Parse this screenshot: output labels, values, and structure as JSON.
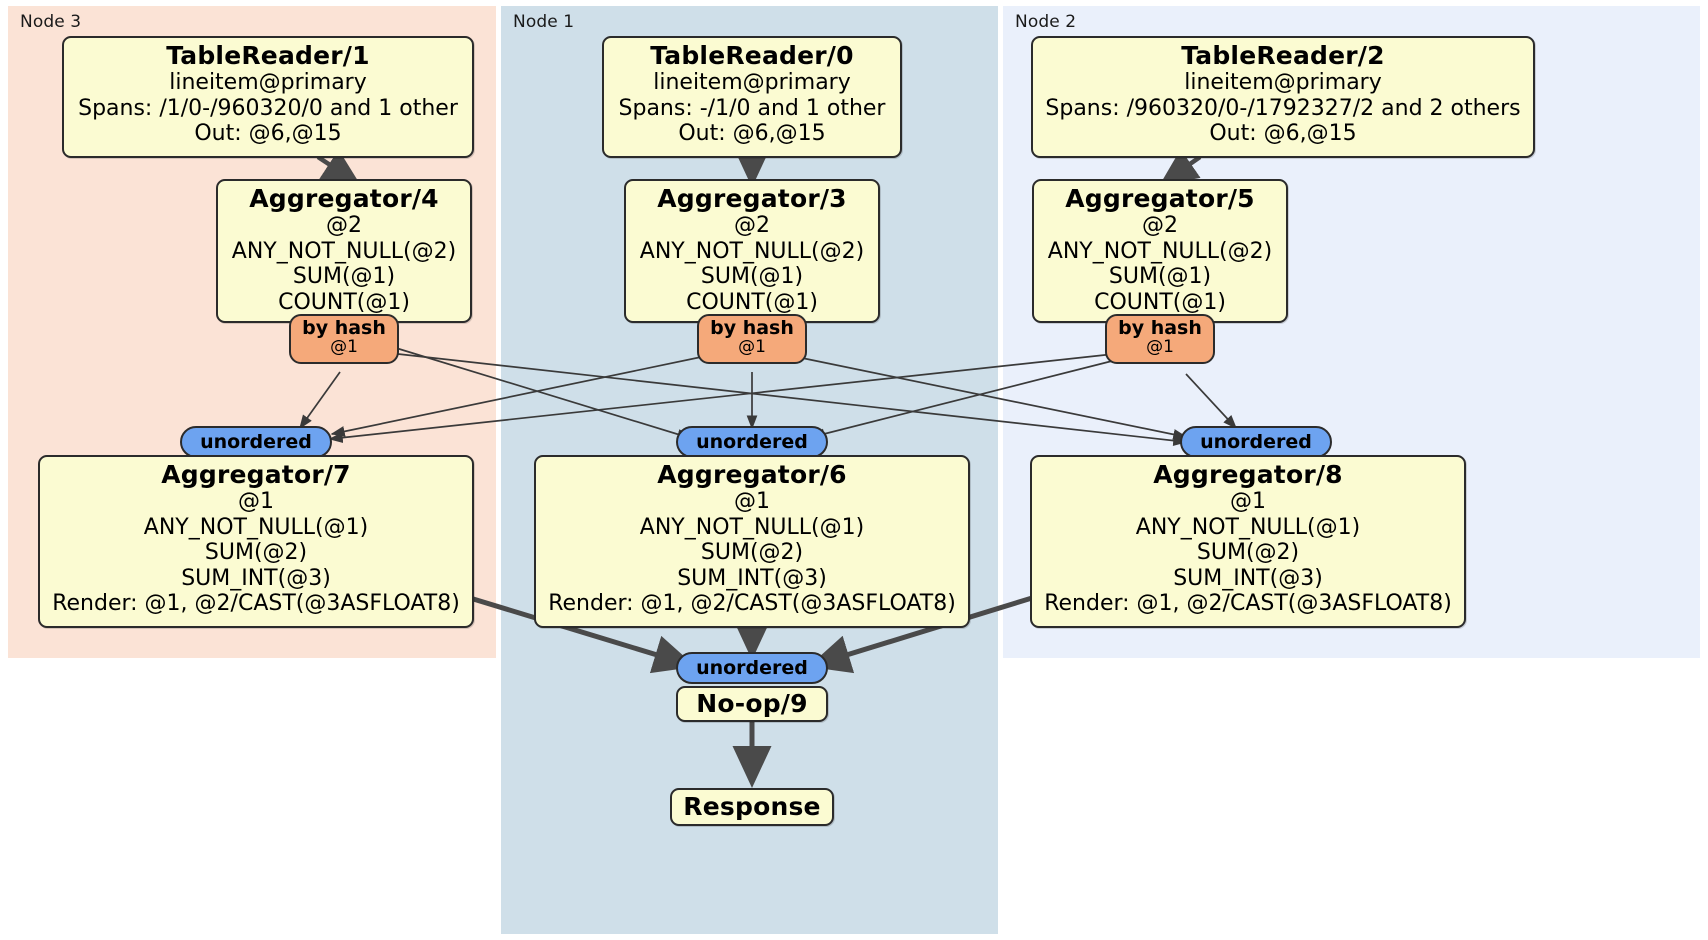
{
  "diagram": {
    "type": "distributed-query-plan",
    "title_visible": false,
    "colors": {
      "node3_panel": "#fbe3d6",
      "node1_panel": "#cfdfe9",
      "node2_panel": "#eaf0fb",
      "processor_box": "#fbfbd2",
      "router_hash": "#f5a97a",
      "stream_unordered": "#6da3f0",
      "edge": "#4a4a4a",
      "border": "#2b2b2b"
    }
  },
  "panels": [
    {
      "id": "node3",
      "label": "Node 3"
    },
    {
      "id": "node1",
      "label": "Node 1"
    },
    {
      "id": "node2",
      "label": "Node 2"
    }
  ],
  "boxes": {
    "table_reader_1": {
      "title": "TableReader/1",
      "lines": [
        "lineitem@primary",
        "Spans: /1/0-/960320/0 and 1 other",
        "Out: @6,@15"
      ]
    },
    "table_reader_0": {
      "title": "TableReader/0",
      "lines": [
        "lineitem@primary",
        "Spans: -/1/0 and 1 other",
        "Out: @6,@15"
      ]
    },
    "table_reader_2": {
      "title": "TableReader/2",
      "lines": [
        "lineitem@primary",
        "Spans: /960320/0-/1792327/2 and 2 others",
        "Out: @6,@15"
      ]
    },
    "aggregator_4": {
      "title": "Aggregator/4",
      "lines": [
        "@2",
        "ANY_NOT_NULL(@2)",
        "SUM(@1)",
        "COUNT(@1)"
      ]
    },
    "aggregator_3": {
      "title": "Aggregator/3",
      "lines": [
        "@2",
        "ANY_NOT_NULL(@2)",
        "SUM(@1)",
        "COUNT(@1)"
      ]
    },
    "aggregator_5": {
      "title": "Aggregator/5",
      "lines": [
        "@2",
        "ANY_NOT_NULL(@2)",
        "SUM(@1)",
        "COUNT(@1)"
      ]
    },
    "aggregator_7": {
      "title": "Aggregator/7",
      "lines": [
        "@1",
        "ANY_NOT_NULL(@1)",
        "SUM(@2)",
        "SUM_INT(@3)",
        "Render: @1, @2/CAST(@3ASFLOAT8)"
      ]
    },
    "aggregator_6": {
      "title": "Aggregator/6",
      "lines": [
        "@1",
        "ANY_NOT_NULL(@1)",
        "SUM(@2)",
        "SUM_INT(@3)",
        "Render: @1, @2/CAST(@3ASFLOAT8)"
      ]
    },
    "aggregator_8": {
      "title": "Aggregator/8",
      "lines": [
        "@1",
        "ANY_NOT_NULL(@1)",
        "SUM(@2)",
        "SUM_INT(@3)",
        "Render: @1, @2/CAST(@3ASFLOAT8)"
      ]
    },
    "noop_9": {
      "title": "No-op/9",
      "lines": []
    },
    "response": {
      "title": "Response",
      "lines": []
    }
  },
  "routers": {
    "hash_left": {
      "kind": "by hash",
      "column": "@1"
    },
    "hash_center": {
      "kind": "by hash",
      "column": "@1"
    },
    "hash_right": {
      "kind": "by hash",
      "column": "@1"
    }
  },
  "streams": {
    "unordered_left": {
      "label": "unordered"
    },
    "unordered_center": {
      "label": "unordered"
    },
    "unordered_right": {
      "label": "unordered"
    },
    "unordered_final": {
      "label": "unordered"
    }
  }
}
